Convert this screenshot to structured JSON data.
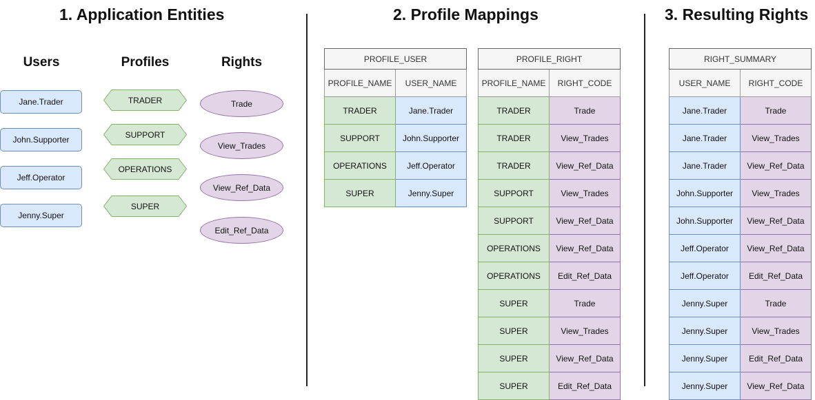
{
  "sections": {
    "entities_title": "1. Application Entities",
    "mappings_title": "2. Profile Mappings",
    "rights_title": "3. Resulting Rights"
  },
  "entities": {
    "users_heading": "Users",
    "profiles_heading": "Profiles",
    "rights_heading": "Rights",
    "users": [
      "Jane.Trader",
      "John.Supporter",
      "Jeff.Operator",
      "Jenny.Super"
    ],
    "profiles": [
      "TRADER",
      "SUPPORT",
      "OPERATIONS",
      "SUPER"
    ],
    "rights": [
      "Trade",
      "View_Trades",
      "View_Ref_Data",
      "Edit_Ref_Data"
    ]
  },
  "profile_user": {
    "name": "PROFILE_USER",
    "columns": [
      "PROFILE_NAME",
      "USER_NAME"
    ],
    "rows": [
      [
        "TRADER",
        "Jane.Trader"
      ],
      [
        "SUPPORT",
        "John.Supporter"
      ],
      [
        "OPERATIONS",
        "Jeff.Operator"
      ],
      [
        "SUPER",
        "Jenny.Super"
      ]
    ]
  },
  "profile_right": {
    "name": "PROFILE_RIGHT",
    "columns": [
      "PROFILE_NAME",
      "RIGHT_CODE"
    ],
    "rows": [
      [
        "TRADER",
        "Trade"
      ],
      [
        "TRADER",
        "View_Trades"
      ],
      [
        "TRADER",
        "View_Ref_Data"
      ],
      [
        "SUPPORT",
        "View_Trades"
      ],
      [
        "SUPPORT",
        "View_Ref_Data"
      ],
      [
        "OPERATIONS",
        "View_Ref_Data"
      ],
      [
        "OPERATIONS",
        "Edit_Ref_Data"
      ],
      [
        "SUPER",
        "Trade"
      ],
      [
        "SUPER",
        "View_Trades"
      ],
      [
        "SUPER",
        "View_Ref_Data"
      ],
      [
        "SUPER",
        "Edit_Ref_Data"
      ]
    ]
  },
  "right_summary": {
    "name": "RIGHT_SUMMARY",
    "columns": [
      "USER_NAME",
      "RIGHT_CODE"
    ],
    "rows": [
      [
        "Jane.Trader",
        "Trade"
      ],
      [
        "Jane.Trader",
        "View_Trades"
      ],
      [
        "Jane.Trader",
        "View_Ref_Data"
      ],
      [
        "John.Supporter",
        "View_Trades"
      ],
      [
        "John.Supporter",
        "View_Ref_Data"
      ],
      [
        "Jeff.Operator",
        "View_Ref_Data"
      ],
      [
        "Jeff.Operator",
        "Edit_Ref_Data"
      ],
      [
        "Jenny.Super",
        "Trade"
      ],
      [
        "Jenny.Super",
        "View_Trades"
      ],
      [
        "Jenny.Super",
        "Edit_Ref_Data"
      ],
      [
        "Jenny.Super",
        "View_Ref_Data"
      ]
    ]
  },
  "colors": {
    "user_fill": "#dae8fc",
    "user_stroke": "#6c8ebf",
    "profile_fill": "#d5e8d4",
    "profile_stroke": "#82b366",
    "right_fill": "#e1d5e7",
    "right_stroke": "#9673a6",
    "header_fill": "#f5f5f5"
  }
}
